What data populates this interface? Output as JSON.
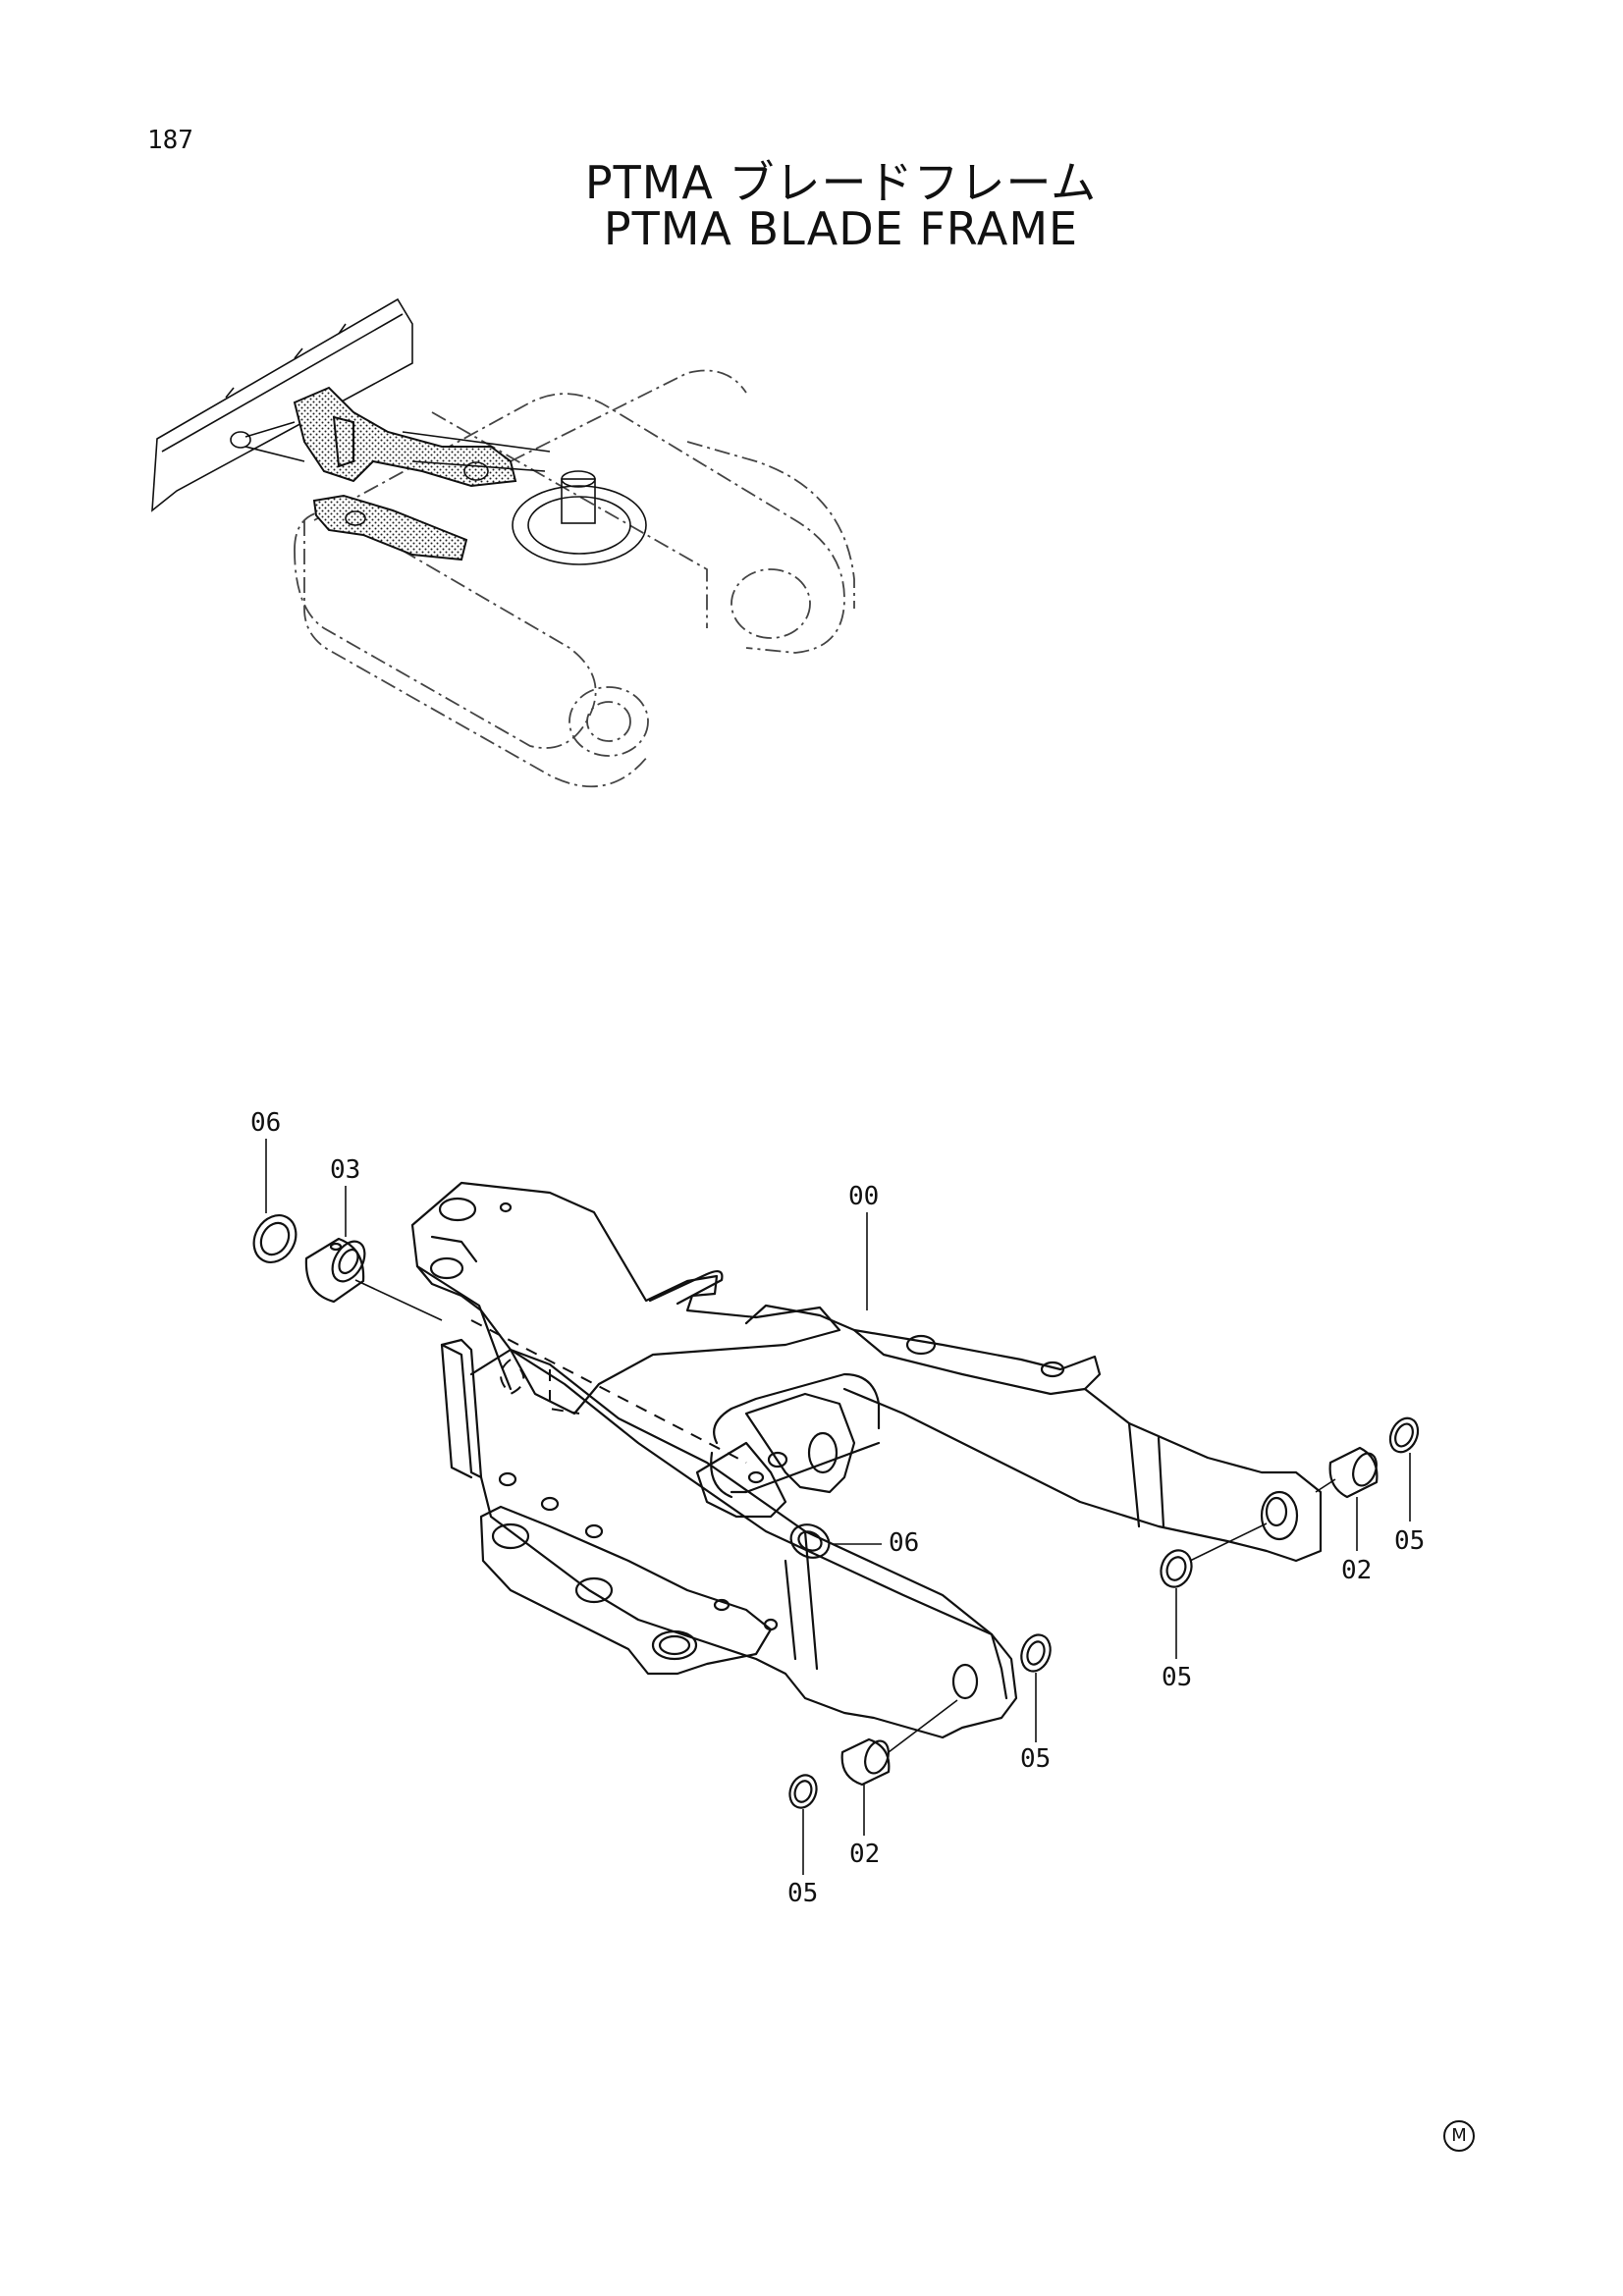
{
  "page": {
    "number": "187"
  },
  "title": {
    "japanese": "PTMA ブレードフレーム",
    "english": "PTMA BLADE FRAME"
  },
  "callouts": [
    {
      "id": "c-06a",
      "label": "06"
    },
    {
      "id": "c-03",
      "label": "03"
    },
    {
      "id": "c-00",
      "label": "00"
    },
    {
      "id": "c-06b",
      "label": "06"
    },
    {
      "id": "c-05a",
      "label": "05"
    },
    {
      "id": "c-02a",
      "label": "02"
    },
    {
      "id": "c-05b",
      "label": "05"
    },
    {
      "id": "c-05c",
      "label": "05"
    },
    {
      "id": "c-02b",
      "label": "02"
    },
    {
      "id": "c-05d",
      "label": "05"
    }
  ],
  "mark": "M"
}
